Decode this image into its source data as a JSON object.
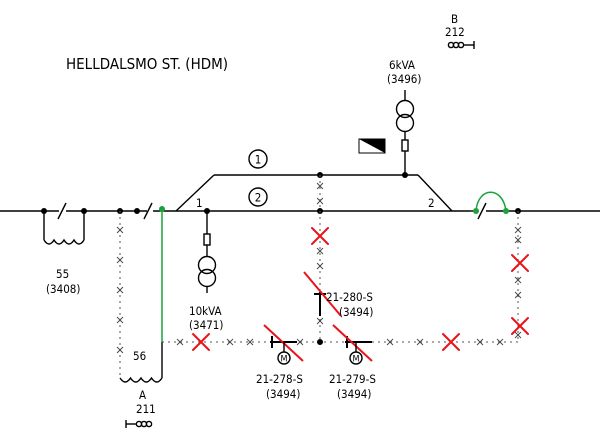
{
  "title": "HELLDALSMO ST. (HDM)",
  "tracks": {
    "track1": "1",
    "track2": "2"
  },
  "switches": {
    "sw1": "1",
    "sw2": "2"
  },
  "transformers": {
    "top": {
      "label": "6kVA",
      "id": "(3496)"
    },
    "mid": {
      "label": "10kVA",
      "id": "(3471)"
    }
  },
  "disconnectors": {
    "d55": {
      "label": "55",
      "id": "(3408)"
    },
    "d56": {
      "label": "56"
    }
  },
  "feeders": {
    "A": {
      "letter": "A",
      "number": "211"
    },
    "B": {
      "letter": "B",
      "number": "212"
    }
  },
  "switch_units": {
    "s280": {
      "label": "21-280-S",
      "id": "(3494)"
    },
    "s278": {
      "label": "21-278-S",
      "id": "(3494)"
    },
    "s279": {
      "label": "21-279-S",
      "id": "(3494)"
    }
  },
  "motor_symbol": "M",
  "colors": {
    "crossed": "#e8141b",
    "jumper": "#19a33a",
    "line": "#000000"
  }
}
